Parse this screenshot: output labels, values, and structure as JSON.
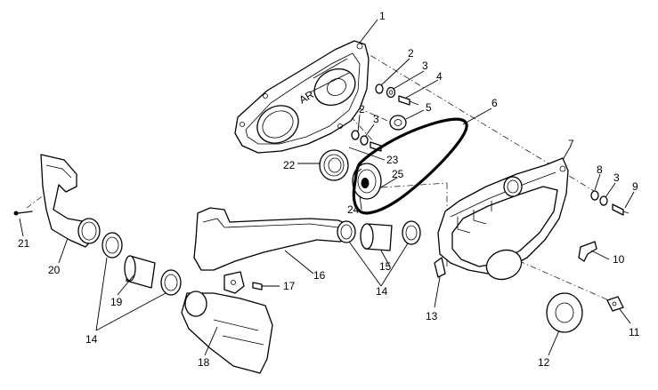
{
  "callouts": [
    {
      "id": "c1",
      "text": "1"
    },
    {
      "id": "c2a",
      "text": "2"
    },
    {
      "id": "c3a",
      "text": "3"
    },
    {
      "id": "c4",
      "text": "4"
    },
    {
      "id": "c2b",
      "text": "2"
    },
    {
      "id": "c3b",
      "text": "3"
    },
    {
      "id": "c5",
      "text": "5"
    },
    {
      "id": "c6",
      "text": "6"
    },
    {
      "id": "c7",
      "text": "7"
    },
    {
      "id": "c8",
      "text": "8"
    },
    {
      "id": "c3c",
      "text": "3"
    },
    {
      "id": "c9",
      "text": "9"
    },
    {
      "id": "c10",
      "text": "10"
    },
    {
      "id": "c11",
      "text": "11"
    },
    {
      "id": "c12",
      "text": "12"
    },
    {
      "id": "c13",
      "text": "13"
    },
    {
      "id": "c14a",
      "text": "14"
    },
    {
      "id": "c14b",
      "text": "14"
    },
    {
      "id": "c15",
      "text": "15"
    },
    {
      "id": "c16",
      "text": "16"
    },
    {
      "id": "c17",
      "text": "17"
    },
    {
      "id": "c18",
      "text": "18"
    },
    {
      "id": "c19",
      "text": "19"
    },
    {
      "id": "c20",
      "text": "20"
    },
    {
      "id": "c21",
      "text": "21"
    },
    {
      "id": "c22",
      "text": "22"
    },
    {
      "id": "c23",
      "text": "23"
    },
    {
      "id": "c24",
      "text": "24"
    },
    {
      "id": "c25",
      "text": "25"
    }
  ],
  "inner_cover_marking": "AR"
}
